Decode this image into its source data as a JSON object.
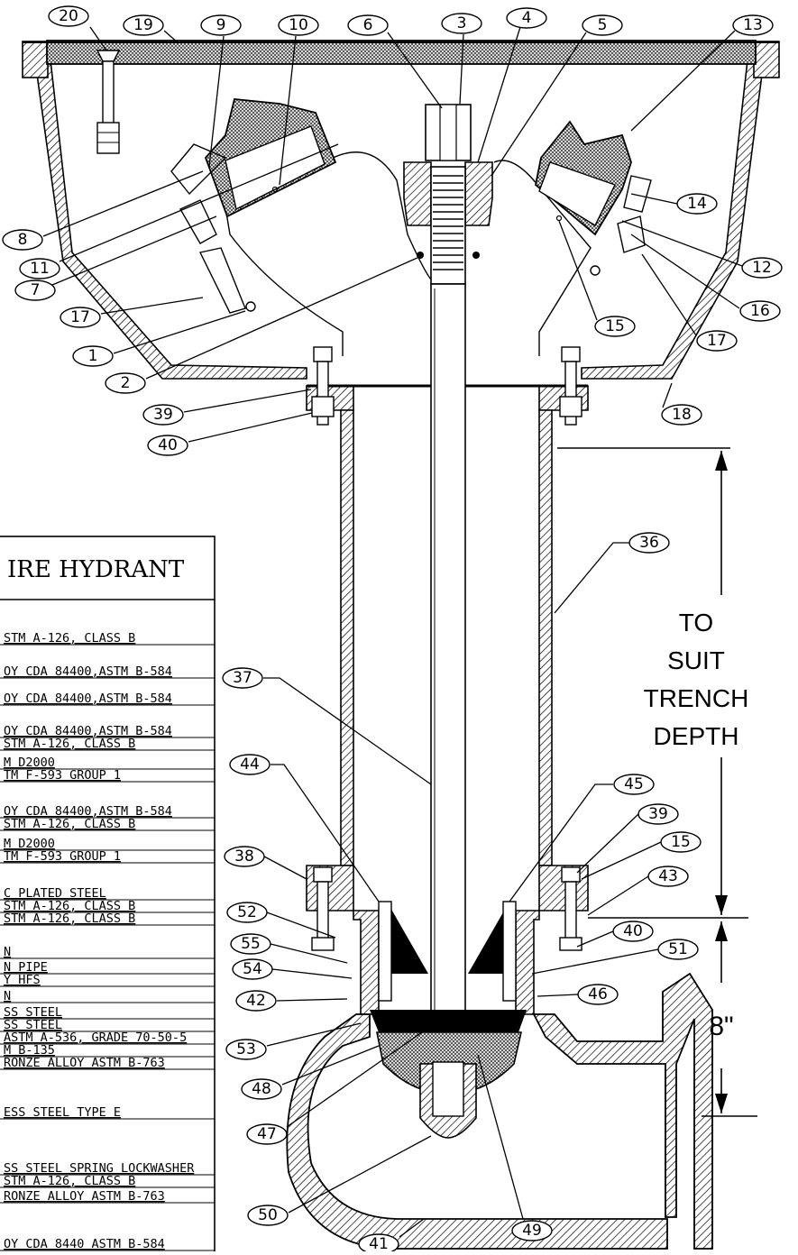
{
  "callouts": {
    "c20": "20",
    "c19": "19",
    "c9": "9",
    "c10": "10",
    "c6": "6",
    "c3": "3",
    "c4": "4",
    "c5": "5",
    "c13": "13",
    "c14": "14",
    "c8": "8",
    "c11": "11",
    "c7": "7",
    "c12": "12",
    "c16": "16",
    "c17a": "17",
    "c17b": "17",
    "c15a": "15",
    "c1": "1",
    "c2": "2",
    "c18": "18",
    "c39a": "39",
    "c40a": "40",
    "c36": "36",
    "c37": "37",
    "c44": "44",
    "c45": "45",
    "c39b": "39",
    "c15b": "15",
    "c38": "38",
    "c43": "43",
    "c52": "52",
    "c40b": "40",
    "c55": "55",
    "c51": "51",
    "c54": "54",
    "c42": "42",
    "c46": "46",
    "c53": "53",
    "c48": "48",
    "c47": "47",
    "c50": "50",
    "c41": "41",
    "c49": "49"
  },
  "depth_label": {
    "line1": "TO",
    "line2": "SUIT",
    "line3": "TRENCH",
    "line4": "DEPTH"
  },
  "dimension_label": "8\"",
  "table": {
    "title": "IRE  HYDRANT",
    "rows": [
      "STM A-126, CLASS B",
      "OY CDA 84400,ASTM B-584",
      "OY CDA 84400,ASTM B-584",
      "OY CDA 84400,ASTM B-584",
      "STM A-126, CLASS B",
      "M D2000",
      "TM F-593 GROUP 1",
      "OY CDA 84400,ASTM B-584",
      "STM A-126, CLASS B",
      "M D2000",
      "TM F-593 GROUP 1",
      "C PLATED STEEL",
      "STM A-126, CLASS B",
      "STM A-126, CLASS B",
      "N",
      "N PIPE",
      "Y HFS",
      "N",
      "SS STEEL",
      "SS STEEL",
      " ASTM A-536, GRADE 70-50-5",
      "M B-135",
      "RONZE ALLOY ASTM B-763",
      "ESS STEEL TYPE E",
      "SS STEEL SPRING LOCKWASHER",
      "STM A-126, CLASS B",
      "RONZE ALLOY ASTM B-763",
      "OY CDA 8440 ASTM B-584"
    ]
  }
}
